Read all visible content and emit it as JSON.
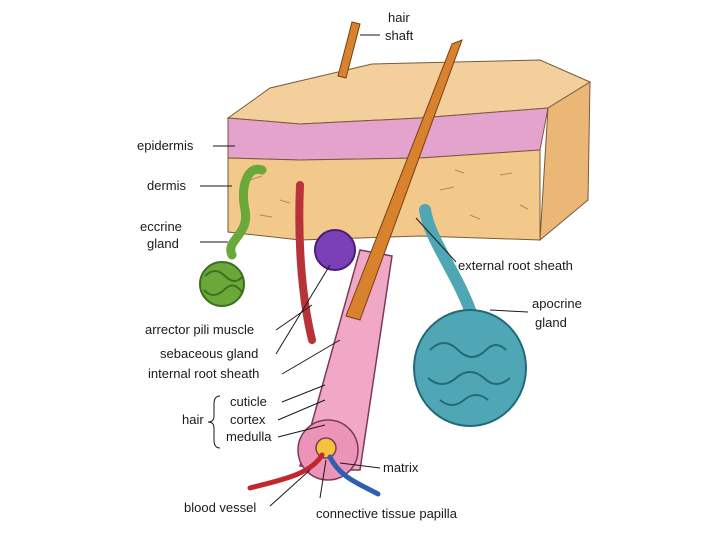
{
  "labels": {
    "hair_shaft_1": "hair",
    "hair_shaft_2": "shaft",
    "epidermis": "epidermis",
    "dermis": "dermis",
    "eccrine_1": "eccrine",
    "eccrine_2": "gland",
    "external_root_sheath": "external root sheath",
    "apocrine_1": "apocrine",
    "apocrine_2": "gland",
    "arrector_pili_muscle": "arrector pili muscle",
    "sebaceous_gland": "sebaceous gland",
    "internal_root_sheath": "internal root sheath",
    "hair": "hair",
    "cuticle": "cuticle",
    "cortex": "cortex",
    "medulla": "medulla",
    "matrix": "matrix",
    "blood_vessel": "blood vessel",
    "connective_tissue_papilla": "connective tissue papilla"
  },
  "colors": {
    "skin_top": "#f3cf9c",
    "epidermis": "#e3a3cc",
    "dermis": "#f2c98a",
    "dermis_side": "#eab777",
    "follicle": "#f1a7c6",
    "hair_shaft": "#d9822e",
    "eccrine": "#6aa83a",
    "apocrine": "#4fa6b5",
    "sebaceous": "#7b3fb8",
    "muscle": "#b8323a",
    "vessel_red": "#c1272d",
    "vessel_blue": "#2f5fb0"
  }
}
